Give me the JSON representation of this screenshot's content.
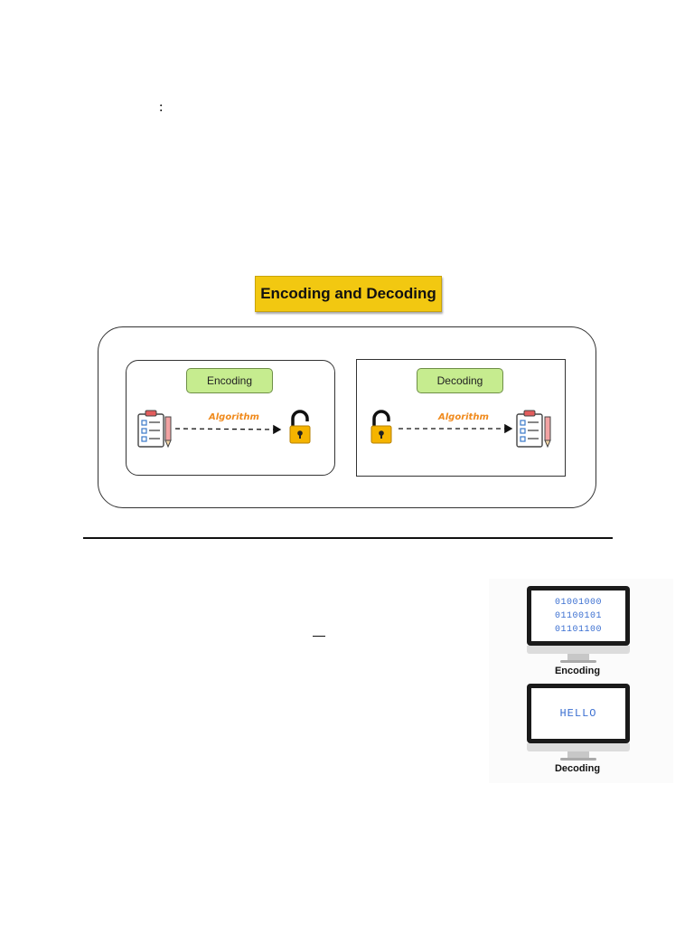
{
  "page": {
    "colon": ":",
    "dash_mark": "—"
  },
  "diagram": {
    "title": "Encoding and Decoding",
    "encoding_panel": {
      "label": "Encoding",
      "arrow_label": "Algorithm"
    },
    "decoding_panel": {
      "label": "Decoding",
      "arrow_label": "Algorithm"
    },
    "icons": [
      "clipboard-checklist-icon",
      "pencil-icon",
      "open-padlock-icon",
      "dashed-arrow-icon"
    ],
    "colors": {
      "banner": "#f2c811",
      "pill": "#c6ec8f",
      "algorithm_text": "#f08a1c",
      "padlock": "#f5b400"
    }
  },
  "side_illustration": {
    "encoding": {
      "label": "Encoding",
      "binary_lines": [
        "01001000",
        "01100101",
        "01101100"
      ]
    },
    "decoding": {
      "label": "Decoding",
      "screen_text": "HELLO"
    },
    "colors": {
      "screen_text": "#3b6fd1"
    }
  }
}
